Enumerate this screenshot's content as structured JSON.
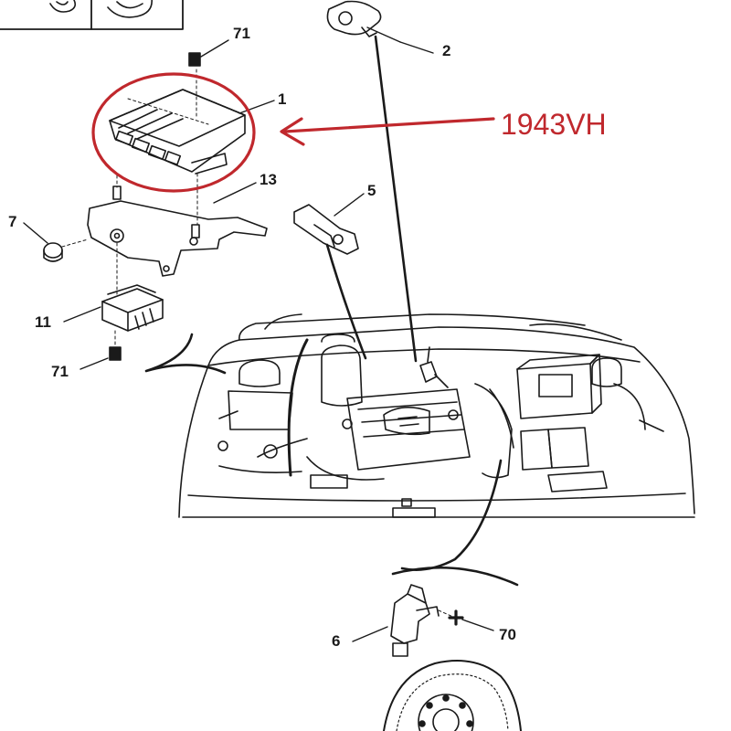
{
  "annotation": {
    "label": "1943VH",
    "color": "#c0282d"
  },
  "callouts": {
    "c71_top": "71",
    "c2": "2",
    "c1": "1",
    "c13": "13",
    "c5": "5",
    "c7": "7",
    "c11": "11",
    "c71_bottom": "71",
    "c6": "6",
    "c70": "70"
  },
  "colors": {
    "line": "#1a1a1a"
  }
}
